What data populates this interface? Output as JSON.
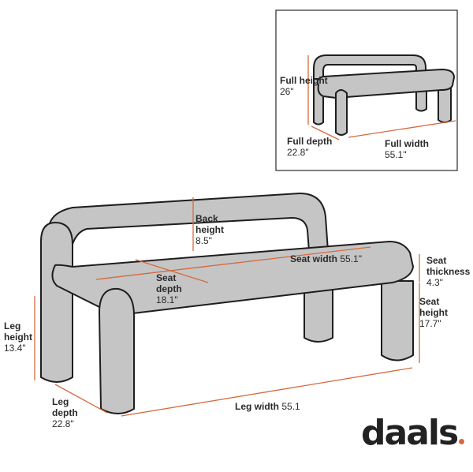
{
  "colors": {
    "bench_fill": "#c5c5c5",
    "bench_stroke": "#1e1e1e",
    "dimension_line": "#d46a3f",
    "inset_border": "#2a2a2a",
    "logo_dot": "#d46a3f"
  },
  "inset": {
    "full_height": {
      "title": "Full height",
      "value": "26\""
    },
    "full_depth": {
      "title": "Full depth",
      "value": "22.8\""
    },
    "full_width": {
      "title": "Full width",
      "value": "55.1\""
    }
  },
  "main": {
    "back_height": {
      "title": "Back height",
      "value": "8.5\""
    },
    "seat_width": {
      "title": "Seat width",
      "value": "55.1\""
    },
    "seat_depth": {
      "title": "Seat depth",
      "value": "18.1\""
    },
    "seat_thickness": {
      "title": "Seat thickness",
      "value": "4.3\""
    },
    "seat_height": {
      "title": "Seat height",
      "value": "17.7\""
    },
    "leg_height": {
      "title": "Leg height",
      "value": "13.4\""
    },
    "leg_depth": {
      "title": "Leg depth",
      "value": "22.8\""
    },
    "leg_width": {
      "title": "Leg width",
      "value": "55.1"
    }
  },
  "logo": {
    "text": "daals",
    "icon": "brand-dot"
  }
}
